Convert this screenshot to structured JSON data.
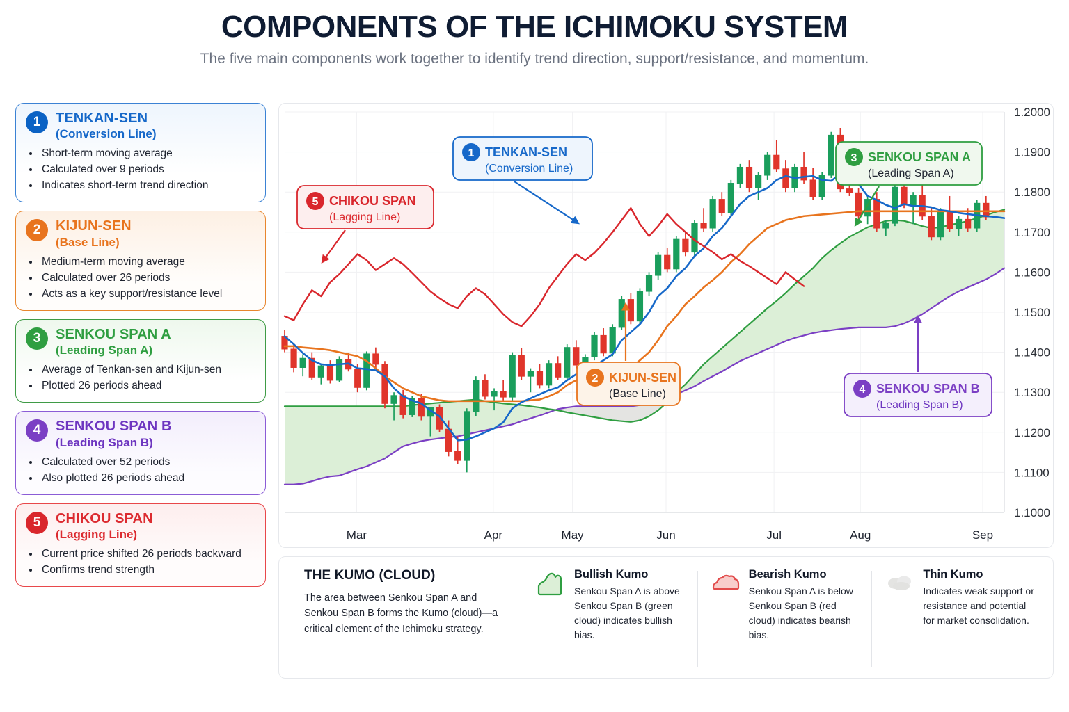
{
  "header": {
    "title": "COMPONENTS OF THE ICHIMOKU SYSTEM",
    "subtitle": "The five main components work together to identify trend direction, support/resistance, and momentum."
  },
  "colors": {
    "tenkan": "#1668c9",
    "kijun": "#e8741e",
    "senkou_a": "#2f9e41",
    "senkou_b": "#7b3fc4",
    "chikou": "#d9262c",
    "bull_candle": "#1a9e5c",
    "bear_candle": "#e0352b",
    "bull_cloud": "#dcefd7",
    "bear_cloud": "#f8cdcb",
    "thin_cloud": "#e4e4e2"
  },
  "sidebar": {
    "cards": [
      {
        "number": "1",
        "title": "TENKAN-SEN",
        "subtitle": "(Conversion Line)",
        "bullets": [
          "Short-term moving average",
          "Calculated over 9 periods",
          "Indicates short-term trend direction"
        ]
      },
      {
        "number": "2",
        "title": "KIJUN-SEN",
        "subtitle": "(Base Line)",
        "bullets": [
          "Medium-term moving average",
          "Calculated over 26 periods",
          "Acts as a key support/resistance level"
        ]
      },
      {
        "number": "3",
        "title": "SENKOU SPAN A",
        "subtitle": "(Leading Span A)",
        "bullets": [
          "Average of Tenkan-sen and Kijun-sen",
          "Plotted 26 periods ahead"
        ]
      },
      {
        "number": "4",
        "title": "SENKOU SPAN B",
        "subtitle": "(Leading Span B)",
        "bullets": [
          "Calculated over 52 periods",
          "Also plotted 26 periods ahead"
        ]
      },
      {
        "number": "5",
        "title": "CHIKOU SPAN",
        "subtitle": "(Lagging Line)",
        "bullets": [
          "Current price shifted 26 periods backward",
          "Confirms trend strength"
        ]
      }
    ]
  },
  "chart_callouts": [
    {
      "number": "1",
      "title": "TENKAN-SEN",
      "subtitle": "(Conversion Line)"
    },
    {
      "number": "5",
      "title": "CHIKOU SPAN",
      "subtitle": "(Lagging Line)"
    },
    {
      "number": "3",
      "title": "SENKOU SPAN A",
      "subtitle": "(Leading Span A)"
    },
    {
      "number": "2",
      "title": "KIJUN-SEN",
      "subtitle": "(Base Line)"
    },
    {
      "number": "4",
      "title": "SENKOU SPAN B",
      "subtitle": "(Leading Span B)"
    }
  ],
  "kumo": {
    "heading": "THE KUMO (CLOUD)",
    "description": "The area between Senkou Span A and Senkou Span B forms the Kumo (cloud)—a critical element of the Ichimoku strategy.",
    "items": [
      {
        "icon": "bullish-cloud-icon",
        "title": "Bullish Kumo",
        "text": "Senkou Span A is above Senkou Span B (green cloud) indicates bullish bias."
      },
      {
        "icon": "bearish-cloud-icon",
        "title": "Bearish Kumo",
        "text": "Senkou Span A is below Senkou Span B (red cloud) indicates bearish bias."
      },
      {
        "icon": "thin-cloud-icon",
        "title": "Thin Kumo",
        "text": "Indicates weak support or resistance and potential for market consolidation."
      }
    ]
  },
  "chart_data": {
    "type": "line",
    "title": "",
    "xlabel": "",
    "ylabel": "",
    "ylim": [
      1.1,
      1.2
    ],
    "yticks": [
      "1.2000",
      "1.1900",
      "1.1800",
      "1.1700",
      "1.1600",
      "1.1500",
      "1.1400",
      "1.1300",
      "1.1200",
      "1.1100",
      "1.1000"
    ],
    "xticks": [
      "Mar",
      "Apr",
      "May",
      "Jun",
      "Jul",
      "Aug",
      "Sep"
    ],
    "xtick_positions": [
      0.1,
      0.29,
      0.4,
      0.53,
      0.68,
      0.8,
      0.97
    ],
    "grid": true,
    "legend_position": "callouts-on-plot",
    "series": [
      {
        "name": "Candlesticks (OHLC)",
        "type": "candlestick",
        "ohlc": [
          [
            1.144,
            1.1455,
            1.14,
            1.1408
          ],
          [
            1.1408,
            1.142,
            1.135,
            1.1362
          ],
          [
            1.1362,
            1.1395,
            1.134,
            1.1385
          ],
          [
            1.1385,
            1.14,
            1.133,
            1.1338
          ],
          [
            1.1338,
            1.1372,
            1.132,
            1.1366
          ],
          [
            1.1366,
            1.138,
            1.1322,
            1.133
          ],
          [
            1.133,
            1.139,
            1.1325,
            1.1382
          ],
          [
            1.1382,
            1.1398,
            1.1352,
            1.1358
          ],
          [
            1.1358,
            1.137,
            1.13,
            1.1312
          ],
          [
            1.1312,
            1.1402,
            1.1305,
            1.1396
          ],
          [
            1.1396,
            1.1412,
            1.136,
            1.137
          ],
          [
            1.137,
            1.1378,
            1.126,
            1.1272
          ],
          [
            1.1272,
            1.13,
            1.123,
            1.1292
          ],
          [
            1.1292,
            1.1306,
            1.1235,
            1.1244
          ],
          [
            1.1244,
            1.129,
            1.1238,
            1.1284
          ],
          [
            1.1284,
            1.1296,
            1.123,
            1.124
          ],
          [
            1.124,
            1.1255,
            1.119,
            1.1262
          ],
          [
            1.1262,
            1.127,
            1.12,
            1.1208
          ],
          [
            1.1208,
            1.123,
            1.114,
            1.1152
          ],
          [
            1.1152,
            1.119,
            1.112,
            1.113
          ],
          [
            1.113,
            1.126,
            1.11,
            1.1252
          ],
          [
            1.1252,
            1.134,
            1.124,
            1.133
          ],
          [
            1.133,
            1.1345,
            1.1282,
            1.129
          ],
          [
            1.129,
            1.131,
            1.1255,
            1.1302
          ],
          [
            1.1302,
            1.133,
            1.128,
            1.1288
          ],
          [
            1.1288,
            1.14,
            1.128,
            1.1392
          ],
          [
            1.1392,
            1.141,
            1.133,
            1.134
          ],
          [
            1.134,
            1.136,
            1.13,
            1.1352
          ],
          [
            1.1352,
            1.137,
            1.131,
            1.1318
          ],
          [
            1.1318,
            1.138,
            1.131,
            1.1372
          ],
          [
            1.1372,
            1.139,
            1.133,
            1.1338
          ],
          [
            1.1338,
            1.142,
            1.133,
            1.1412
          ],
          [
            1.1412,
            1.143,
            1.136,
            1.1368
          ],
          [
            1.1368,
            1.1395,
            1.134,
            1.1388
          ],
          [
            1.1388,
            1.145,
            1.138,
            1.1442
          ],
          [
            1.1442,
            1.146,
            1.139,
            1.1398
          ],
          [
            1.1398,
            1.147,
            1.139,
            1.1462
          ],
          [
            1.1462,
            1.154,
            1.1455,
            1.1532
          ],
          [
            1.1532,
            1.1548,
            1.147,
            1.1478
          ],
          [
            1.1478,
            1.156,
            1.147,
            1.1552
          ],
          [
            1.1552,
            1.16,
            1.154,
            1.1592
          ],
          [
            1.1592,
            1.165,
            1.158,
            1.1642
          ],
          [
            1.1642,
            1.166,
            1.16,
            1.1608
          ],
          [
            1.1608,
            1.169,
            1.16,
            1.1682
          ],
          [
            1.1682,
            1.17,
            1.164,
            1.165
          ],
          [
            1.165,
            1.173,
            1.164,
            1.1722
          ],
          [
            1.1722,
            1.176,
            1.17,
            1.171
          ],
          [
            1.171,
            1.179,
            1.17,
            1.1782
          ],
          [
            1.1782,
            1.18,
            1.174,
            1.1748
          ],
          [
            1.1748,
            1.183,
            1.174,
            1.1822
          ],
          [
            1.1822,
            1.187,
            1.181,
            1.1862
          ],
          [
            1.1862,
            1.188,
            1.18,
            1.181
          ],
          [
            1.181,
            1.185,
            1.178,
            1.1842
          ],
          [
            1.1842,
            1.19,
            1.183,
            1.1892
          ],
          [
            1.1892,
            1.193,
            1.185,
            1.1858
          ],
          [
            1.1858,
            1.188,
            1.18,
            1.181
          ],
          [
            1.181,
            1.187,
            1.18,
            1.1862
          ],
          [
            1.1862,
            1.19,
            1.182,
            1.183
          ],
          [
            1.183,
            1.186,
            1.178,
            1.1788
          ],
          [
            1.1788,
            1.185,
            1.178,
            1.1842
          ],
          [
            1.1842,
            1.195,
            1.1835,
            1.1942
          ],
          [
            1.1942,
            1.196,
            1.18,
            1.1808
          ],
          [
            1.1808,
            1.188,
            1.179,
            1.1798
          ],
          [
            1.1798,
            1.181,
            1.173,
            1.174
          ],
          [
            1.174,
            1.179,
            1.172,
            1.1782
          ],
          [
            1.1782,
            1.18,
            1.17,
            1.171
          ],
          [
            1.171,
            1.173,
            1.169,
            1.1722
          ],
          [
            1.1722,
            1.182,
            1.1715,
            1.1812
          ],
          [
            1.1812,
            1.184,
            1.176,
            1.1768
          ],
          [
            1.1768,
            1.18,
            1.172,
            1.1792
          ],
          [
            1.1792,
            1.185,
            1.173,
            1.174
          ],
          [
            1.174,
            1.176,
            1.168,
            1.1688
          ],
          [
            1.1688,
            1.176,
            1.168,
            1.1752
          ],
          [
            1.1752,
            1.179,
            1.17,
            1.1708
          ],
          [
            1.1708,
            1.174,
            1.169,
            1.1732
          ],
          [
            1.1732,
            1.176,
            1.17,
            1.171
          ],
          [
            1.171,
            1.178,
            1.17,
            1.1772
          ],
          [
            1.1772,
            1.179,
            1.173,
            1.1738
          ]
        ]
      },
      {
        "name": "Tenkan-sen",
        "type": "line",
        "color": "#1668c9",
        "values": [
          1.144,
          1.142,
          1.1398,
          1.138,
          1.137,
          1.1368,
          1.137,
          1.1372,
          1.136,
          1.1358,
          1.1355,
          1.134,
          1.131,
          1.129,
          1.128,
          1.1272,
          1.1255,
          1.124,
          1.121,
          1.118,
          1.1182,
          1.119,
          1.12,
          1.121,
          1.1225,
          1.126,
          1.1275,
          1.1285,
          1.1295,
          1.1305,
          1.1312,
          1.133,
          1.1345,
          1.135,
          1.1365,
          1.138,
          1.1395,
          1.143,
          1.145,
          1.147,
          1.15,
          1.154,
          1.156,
          1.159,
          1.161,
          1.164,
          1.166,
          1.169,
          1.171,
          1.174,
          1.177,
          1.179,
          1.18,
          1.181,
          1.183,
          1.184,
          1.1835,
          1.1838,
          1.184,
          1.183,
          1.1828,
          1.1845,
          1.184,
          1.182,
          1.179,
          1.178,
          1.1768,
          1.176,
          1.177,
          1.1765,
          1.1765,
          1.1762,
          1.1755,
          1.1752,
          1.1748,
          1.1745,
          1.1742,
          1.174,
          1.1738,
          1.1735
        ]
      },
      {
        "name": "Kijun-sen",
        "type": "line",
        "color": "#e8741e",
        "values": [
          1.1415,
          1.1415,
          1.1412,
          1.141,
          1.1408,
          1.1405,
          1.14,
          1.1395,
          1.139,
          1.1378,
          1.136,
          1.134,
          1.1325,
          1.131,
          1.13,
          1.129,
          1.1285,
          1.128,
          1.1278,
          1.1278,
          1.1278,
          1.1278,
          1.1278,
          1.1278,
          1.1278,
          1.1278,
          1.1278,
          1.128,
          1.1282,
          1.129,
          1.13,
          1.1318,
          1.133,
          1.1335,
          1.134,
          1.1348,
          1.1352,
          1.1355,
          1.136,
          1.138,
          1.14,
          1.143,
          1.1465,
          1.149,
          1.152,
          1.154,
          1.1562,
          1.158,
          1.16,
          1.1625,
          1.1645,
          1.167,
          1.169,
          1.171,
          1.172,
          1.173,
          1.1735,
          1.174,
          1.1742,
          1.1744,
          1.1746,
          1.1748,
          1.175,
          1.1752,
          1.1752,
          1.1752,
          1.1752,
          1.1752,
          1.1752,
          1.1752,
          1.1752,
          1.1752,
          1.1752,
          1.1752,
          1.1752,
          1.1752,
          1.1752,
          1.1752,
          1.1752,
          1.1752
        ]
      },
      {
        "name": "Senkou Span A",
        "type": "line",
        "color": "#2f9e41",
        "values": [
          1.1265,
          1.1265,
          1.1265,
          1.1265,
          1.1265,
          1.1265,
          1.1265,
          1.1265,
          1.1265,
          1.1265,
          1.1265,
          1.1265,
          1.1265,
          1.1265,
          1.1268,
          1.127,
          1.1272,
          1.1274,
          1.1276,
          1.1278,
          1.128,
          1.1282,
          1.1278,
          1.1275,
          1.1272,
          1.127,
          1.1268,
          1.1265,
          1.1262,
          1.1258,
          1.1255,
          1.125,
          1.1246,
          1.1242,
          1.1238,
          1.1234,
          1.123,
          1.1228,
          1.1226,
          1.123,
          1.124,
          1.1255,
          1.1275,
          1.13,
          1.132,
          1.1345,
          1.137,
          1.139,
          1.141,
          1.143,
          1.145,
          1.147,
          1.149,
          1.151,
          1.1528,
          1.1548,
          1.157,
          1.159,
          1.161,
          1.1635,
          1.1655,
          1.1672,
          1.1688,
          1.17,
          1.1712,
          1.172,
          1.1728,
          1.173,
          1.1728,
          1.1722,
          1.1715,
          1.171,
          1.1712,
          1.1718,
          1.1722,
          1.1728,
          1.1735,
          1.1742,
          1.175,
          1.1756
        ]
      },
      {
        "name": "Senkou Span B",
        "type": "line",
        "color": "#7b3fc4",
        "values": [
          1.107,
          1.107,
          1.1072,
          1.1078,
          1.1085,
          1.109,
          1.1092,
          1.11,
          1.1108,
          1.1115,
          1.1125,
          1.1135,
          1.115,
          1.1165,
          1.1172,
          1.1178,
          1.1182,
          1.1185,
          1.1188,
          1.119,
          1.1195,
          1.12,
          1.1205,
          1.121,
          1.1215,
          1.122,
          1.1228,
          1.1235,
          1.1242,
          1.125,
          1.1258,
          1.1262,
          1.1265,
          1.1265,
          1.1265,
          1.1265,
          1.1265,
          1.1265,
          1.1265,
          1.1268,
          1.1272,
          1.1278,
          1.1285,
          1.1295,
          1.1305,
          1.1315,
          1.1328,
          1.134,
          1.1352,
          1.1365,
          1.1378,
          1.1388,
          1.1398,
          1.1408,
          1.1418,
          1.1428,
          1.1436,
          1.1442,
          1.1448,
          1.1452,
          1.1455,
          1.1458,
          1.146,
          1.1462,
          1.1462,
          1.1462,
          1.1462,
          1.1465,
          1.1472,
          1.1482,
          1.1495,
          1.151,
          1.1525,
          1.154,
          1.1552,
          1.1562,
          1.1572,
          1.1582,
          1.1595,
          1.161
        ]
      },
      {
        "name": "Chikou Span",
        "type": "line",
        "color": "#d9262c",
        "values": [
          1.149,
          1.148,
          1.152,
          1.1555,
          1.154,
          1.1575,
          1.1595,
          1.162,
          1.1645,
          1.163,
          1.1605,
          1.162,
          1.1635,
          1.162,
          1.1598,
          1.1575,
          1.1552,
          1.1535,
          1.152,
          1.151,
          1.154,
          1.156,
          1.1545,
          1.152,
          1.1495,
          1.1475,
          1.1465,
          1.149,
          1.152,
          1.156,
          1.159,
          1.162,
          1.1645,
          1.163,
          1.1648,
          1.1672,
          1.17,
          1.173,
          1.176,
          1.172,
          1.169,
          1.1715,
          1.1745,
          1.172,
          1.17,
          1.168,
          1.1665,
          1.165,
          1.1632,
          1.1645,
          1.1628,
          1.1615,
          1.16,
          1.1585,
          1.157,
          1.16,
          1.1582,
          1.1565
        ]
      }
    ]
  }
}
